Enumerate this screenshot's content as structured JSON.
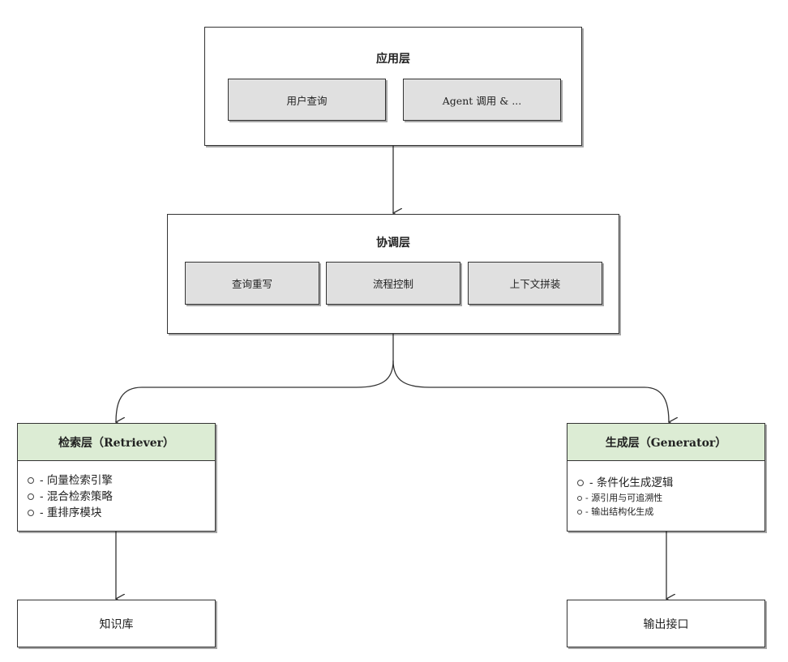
{
  "app_layer": {
    "title": "应用层",
    "items": [
      "用户查询",
      "Agent 调用 & ..."
    ]
  },
  "coord_layer": {
    "title": "协调层",
    "items": [
      "查询重写",
      "流程控制",
      "上下文拼装"
    ]
  },
  "retriever": {
    "title": "检索层（Retriever）",
    "items": [
      "- 向量检索引擎",
      "- 混合检索策略",
      "- 重排序模块"
    ]
  },
  "generator": {
    "title": "生成层（Generator）",
    "items": [
      "- 条件化生成逻辑",
      "- 源引用与可追溯性",
      "- 输出结构化生成"
    ]
  },
  "knowledge_base": {
    "label": "知识库"
  },
  "output_interface": {
    "label": "输出接口"
  },
  "colors": {
    "header_green": "#dcecd4",
    "sub_gray": "#e0e0e0",
    "line": "#333333"
  }
}
